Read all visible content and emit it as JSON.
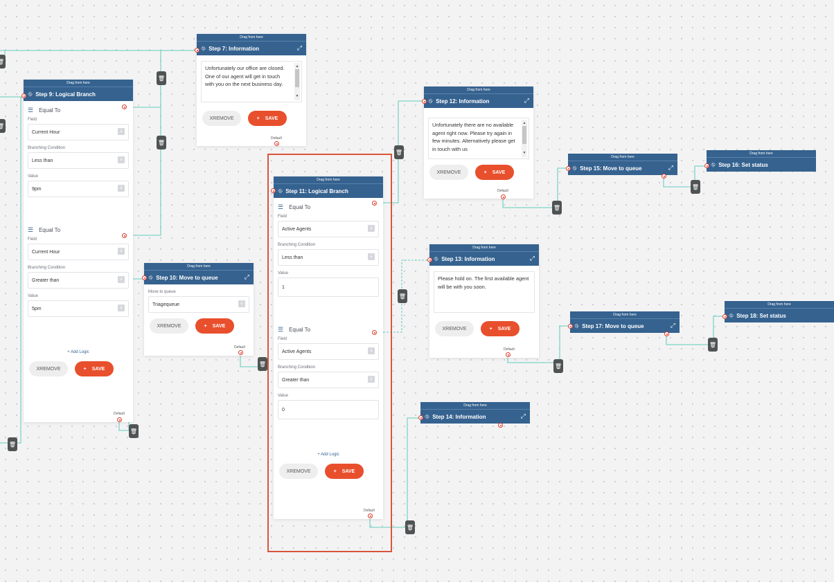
{
  "drag_label": "Drag from here",
  "remove_label": "XREMOVE",
  "save_label": "SAVE",
  "add_logic_label": "+ Add Logic",
  "default_label": "Default",
  "nodes": {
    "step7": {
      "title": "Step 7: Information",
      "message": "Unfortunately our office are closed. One of our agent will get in touch with you on the next business day."
    },
    "step9": {
      "title": "Step 9: Logical Branch",
      "conditions": [
        {
          "label": "Equal To",
          "field_label": "Field",
          "field": "Current Hour",
          "branch_label": "Branching Condition",
          "branch": "Less than",
          "value_label": "Value",
          "value": "9pm"
        },
        {
          "label": "Equal To",
          "field_label": "Field",
          "field": "Current Hour",
          "branch_label": "Branching Condition",
          "branch": "Greater than",
          "value_label": "Value",
          "value": "5pm"
        }
      ]
    },
    "step10": {
      "title": "Step 10: Move to queue",
      "queue_label": "Move to queue",
      "queue": "Triagequeue"
    },
    "step11": {
      "title": "Step 11: Logical Branch",
      "conditions": [
        {
          "label": "Equal To",
          "field_label": "Field",
          "field": "Active Agents",
          "branch_label": "Branching Condition",
          "branch": "Less than",
          "value_label": "Value",
          "value": "1"
        },
        {
          "label": "Equal To",
          "field_label": "Field",
          "field": "Active Agents",
          "branch_label": "Branching Condition",
          "branch": "Greater than",
          "value_label": "Value",
          "value": "0"
        }
      ]
    },
    "step12": {
      "title": "Step 12: Information",
      "message": "Unfortunately there are no available agent right now. Please try again in few minutes. Alternatively please get in touch with us"
    },
    "step13": {
      "title": "Step 13: Information",
      "message": "Please hold on. The first available agent will be with you soon."
    },
    "step14": {
      "title": "Step 14: Information"
    },
    "step15": {
      "title": "Step 15: Move to queue"
    },
    "step16": {
      "title": "Step 16: Set status"
    },
    "step17": {
      "title": "Step 17: Move to queue"
    },
    "step18": {
      "title": "Step 18: Set status"
    }
  },
  "icons": {
    "node": "flow-node-icon",
    "expand": "expand-icon",
    "condition": "condition-list-icon",
    "dropdown": "dropdown-arrow-icon",
    "delete": "trash-icon",
    "save": "plus-icon"
  },
  "colors": {
    "header": "#35628f",
    "accent": "#e84f2c",
    "connector": "#7fd4c6",
    "highlight": "#d9553a",
    "delete": "#505354"
  }
}
